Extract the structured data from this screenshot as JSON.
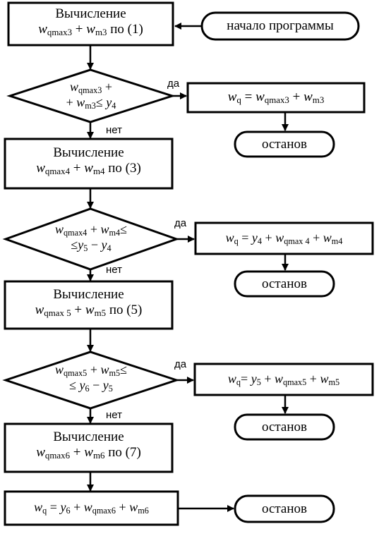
{
  "start": "начало программы",
  "calc_label": "Вычисление",
  "yes_label": "да",
  "no_label": "нет",
  "stop_label": "останов",
  "le": "≤",
  "plus": "+",
  "minus": "−",
  "eq": "=",
  "po": "по",
  "w": "w",
  "y": "y",
  "sub_qmax3": "qmax3",
  "sub_qmax4": "qmax4",
  "sub_qmax5": "qmax5",
  "sub_qmax6": "qmax6",
  "sub_qmax4_sp": "qmax 4",
  "sub_qmax5_sp": "qmax 5",
  "sub_m3": "m3",
  "sub_m4": "m4",
  "sub_m5": "m5",
  "sub_m6": "m6",
  "sub_q": "q",
  "sub_4": "4",
  "sub_5": "5",
  "sub_6": "6",
  "ref_1": "(1)",
  "ref_3": "(3)",
  "ref_5": "(5)",
  "ref_7": "(7)"
}
